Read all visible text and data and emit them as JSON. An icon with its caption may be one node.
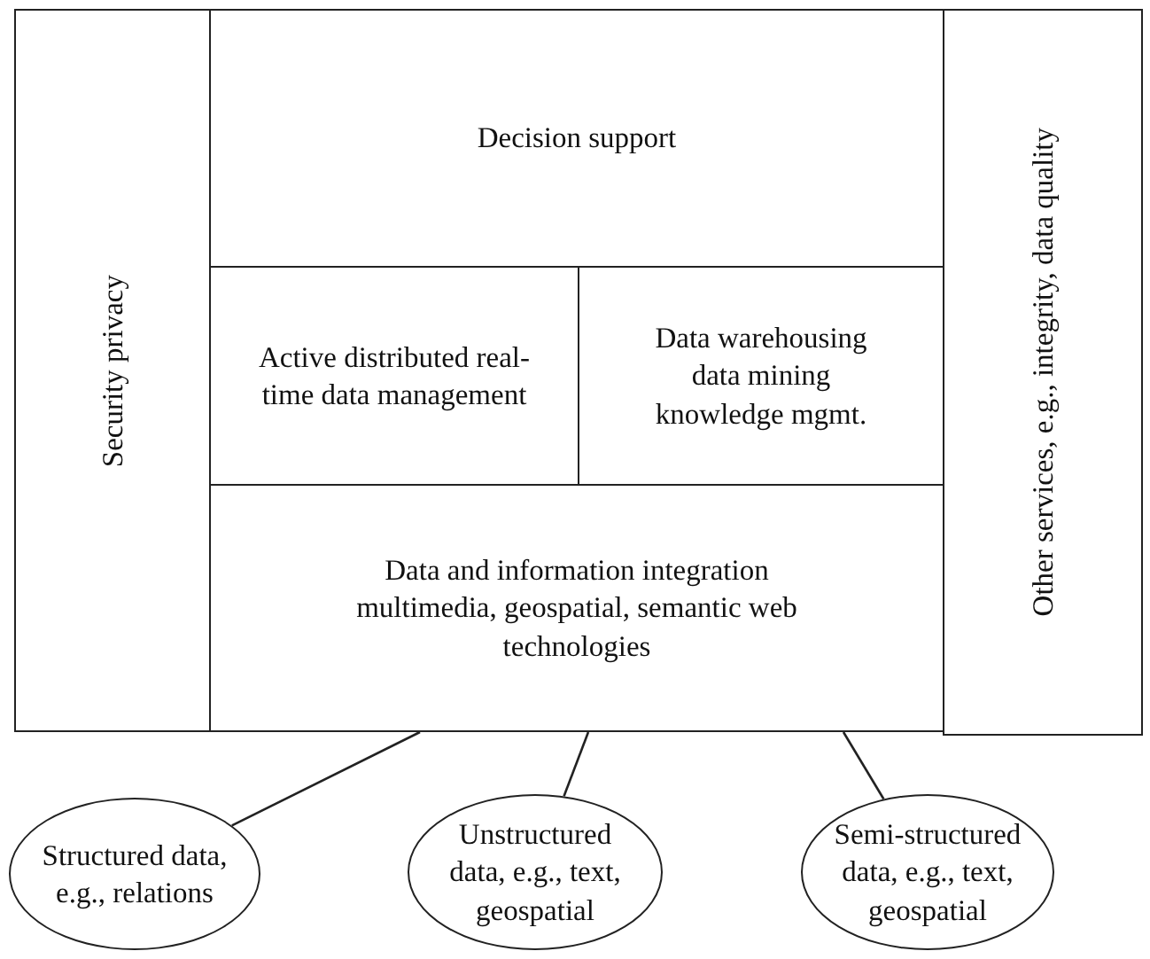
{
  "diagram": {
    "nodes": [
      {
        "text": [
          "Security privacy"
        ]
      },
      {
        "text": [
          "Decision support"
        ]
      },
      {
        "text": [
          "Active distributed real-time data management"
        ]
      },
      {
        "text": [
          "Data warehousing data mining knowledge mgmt."
        ]
      },
      {
        "text": [
          "Data and information integration multimedia, geospatial, semantic web technologies"
        ]
      },
      {
        "text": [
          "Other services, e.g., integrity, data quality"
        ]
      },
      {
        "text": [
          "Structured data, e.g., relations"
        ]
      },
      {
        "text": [
          "Unstructured data, e.g., text, geospatial"
        ]
      },
      {
        "text": [
          "Semi-structured data, e.g., text, geospatial"
        ]
      }
    ],
    "edges": [
      {
        "from": 4,
        "to": 6,
        "arrow": "none"
      },
      {
        "from": 4,
        "to": 7,
        "arrow": "none"
      },
      {
        "from": 4,
        "to": 8,
        "arrow": "none"
      }
    ]
  }
}
